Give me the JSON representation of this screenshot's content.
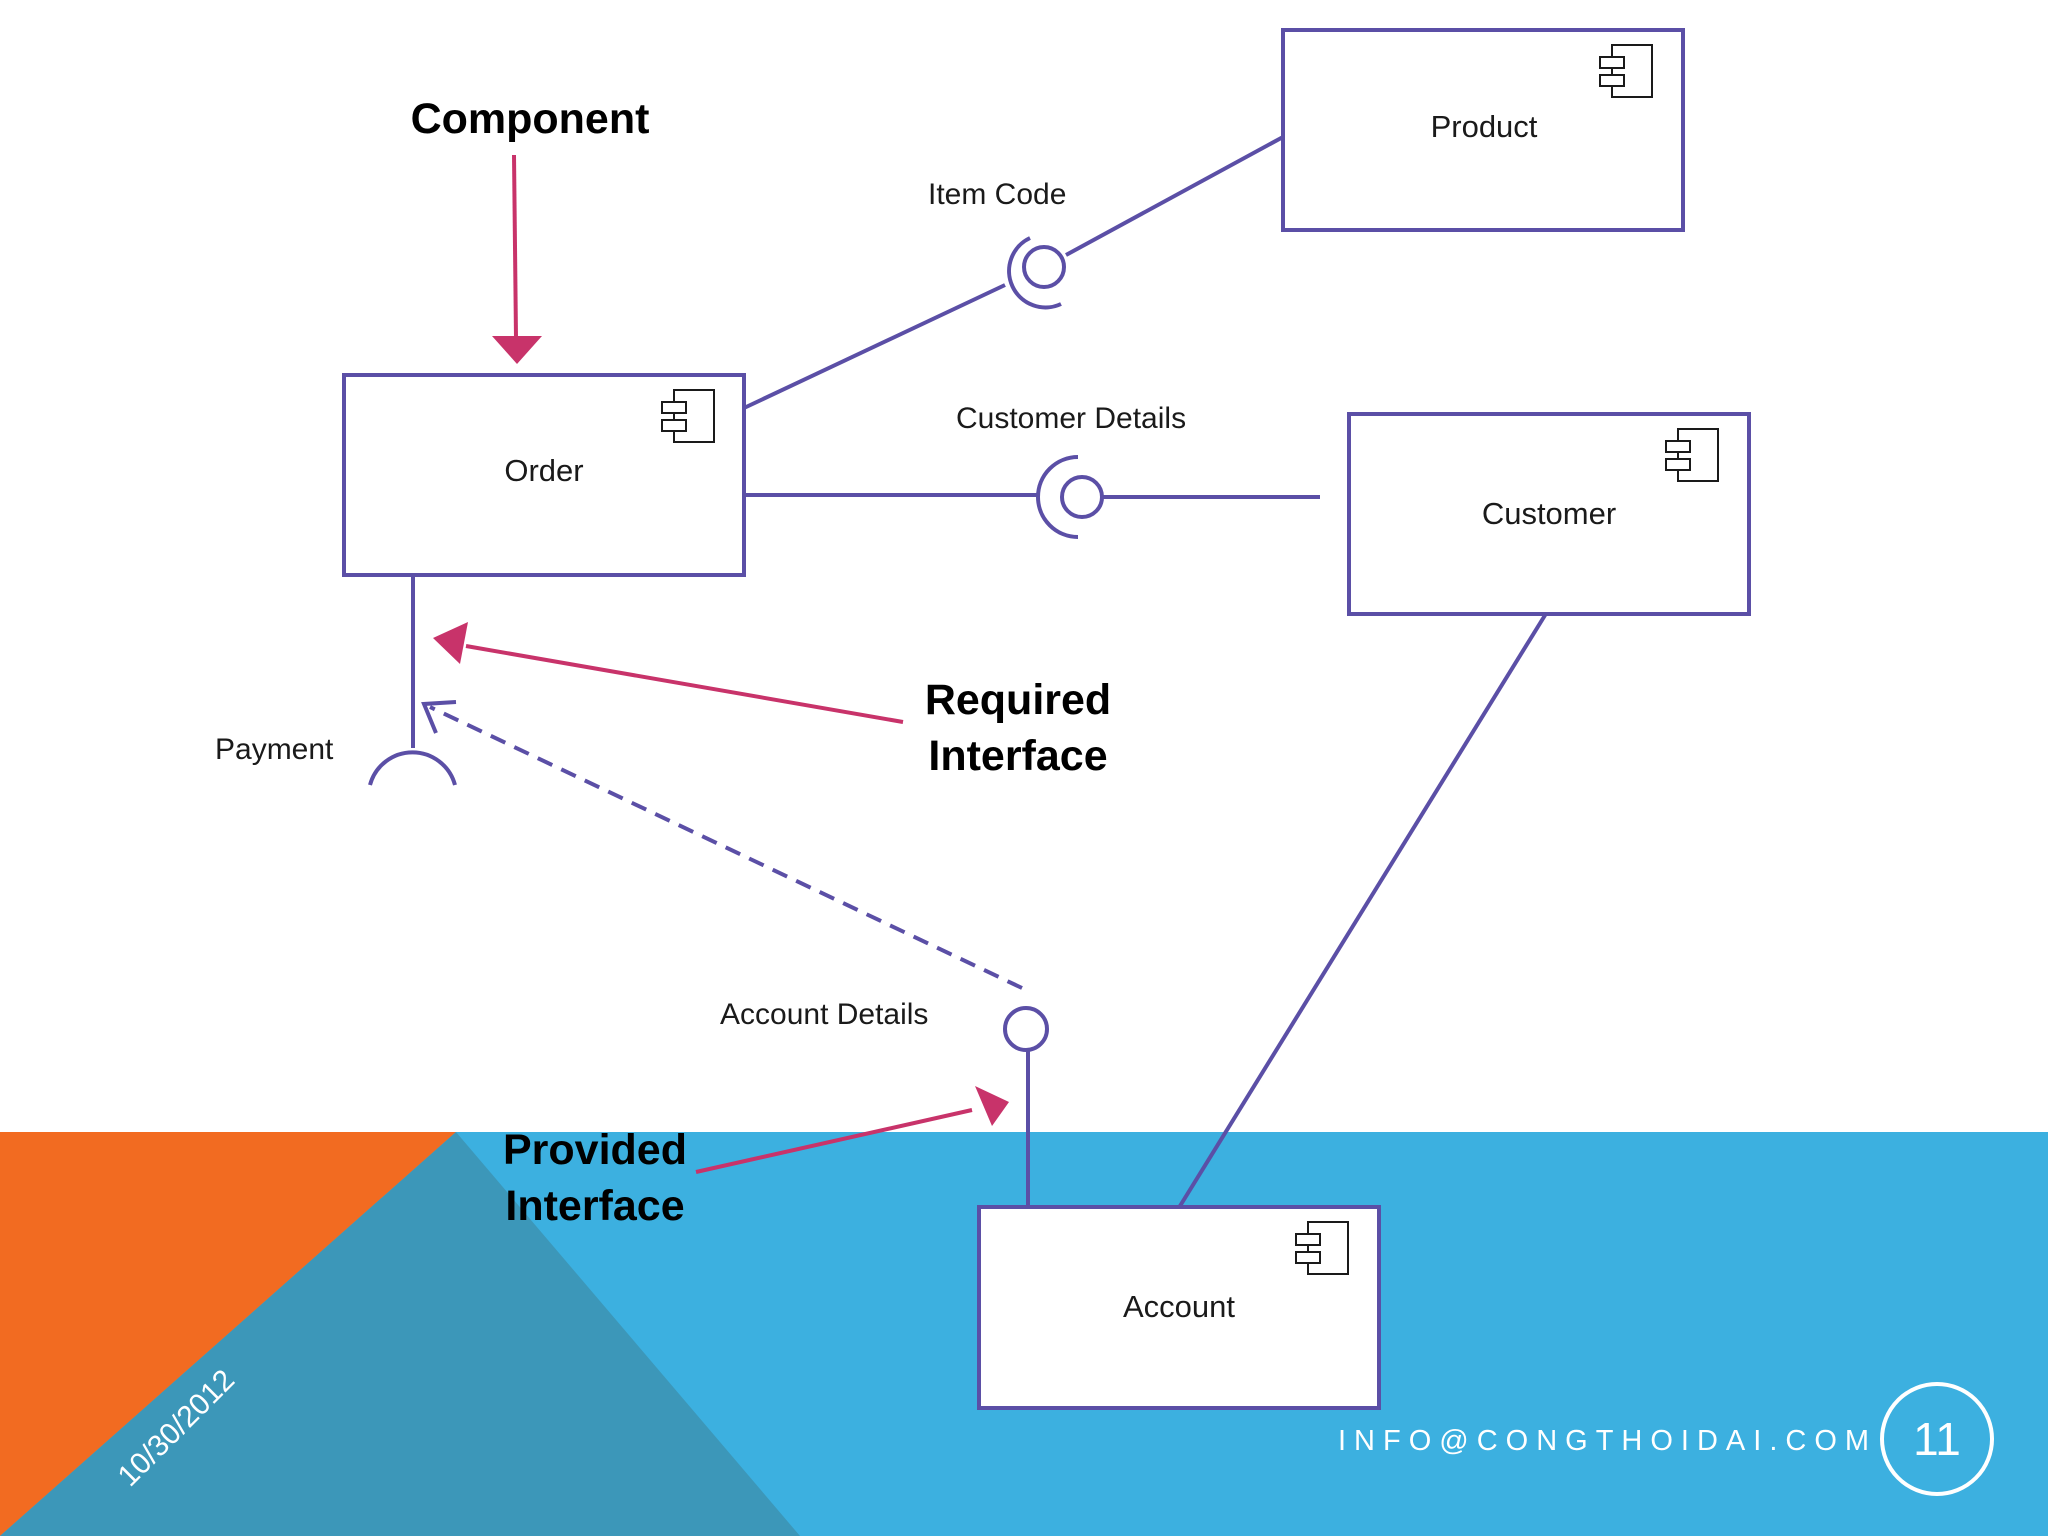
{
  "diagram": {
    "components": {
      "order": "Order",
      "product": "Product",
      "customer": "Customer",
      "account": "Account"
    },
    "interfaces": {
      "item_code": "Item Code",
      "customer_details": "Customer Details",
      "payment": "Payment",
      "account_details": "Account Details"
    },
    "callouts": {
      "component": "Component",
      "required_line1": "Required",
      "required_line2": "Interface",
      "provided_line1": "Provided",
      "provided_line2": "Interface"
    }
  },
  "footer": {
    "date": "10/30/2012",
    "email": "INFO@CONGTHOIDAI.COM",
    "page_number": "11"
  },
  "colors": {
    "line": "#5b4fa6",
    "arrow": "#c8336a",
    "orange": "#f26b21",
    "blue": "#3cb0e0",
    "teal": "#3c97b9"
  }
}
